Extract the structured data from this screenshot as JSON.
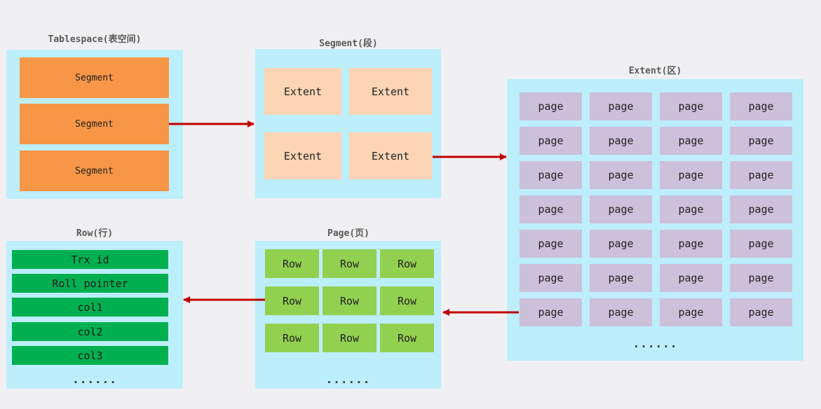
{
  "tablespace": {
    "title": "Tablespace(表空间)",
    "segments": [
      "Segment",
      "Segment",
      "Segment"
    ]
  },
  "segment": {
    "title": "Segment(段)",
    "extents": [
      "Extent",
      "Extent",
      "Extent",
      "Extent"
    ]
  },
  "extent": {
    "title": "Extent(区)",
    "page_label": "page",
    "page_grid": {
      "rows": 7,
      "cols": 4
    },
    "ellipsis": "......"
  },
  "page": {
    "title": "Page(页)",
    "row_label": "Row",
    "row_grid": {
      "rows": 3,
      "cols": 3
    },
    "ellipsis": "......"
  },
  "row": {
    "title": "Row(行)",
    "fields": [
      "Trx id",
      "Roll pointer",
      "col1",
      "col2",
      "col3"
    ],
    "ellipsis": "......"
  },
  "colors": {
    "panel": "#bdeefc",
    "segment": "#f79646",
    "extent": "#fcd5b4",
    "page": "#ccc0da",
    "row": "#92d050",
    "row_field": "#00b050",
    "arrow": "#c00000"
  }
}
